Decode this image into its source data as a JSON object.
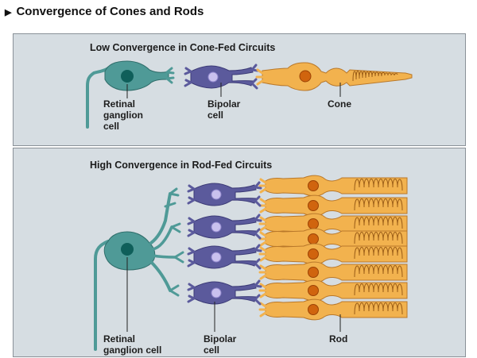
{
  "title": "Convergence of Cones and Rods",
  "title_marker": "▶",
  "top_panel": {
    "title": "Low Convergence in Cone-Fed Circuits",
    "labels": {
      "ganglion": "Retinal\nganglion\ncell",
      "bipolar": "Bipolar\ncell",
      "cone": "Cone"
    }
  },
  "bottom_panel": {
    "title": "High Convergence in Rod-Fed Circuits",
    "labels": {
      "ganglion": "Retinal\nganglion cell",
      "bipolar": "Bipolar\ncell",
      "rod": "Rod"
    }
  },
  "colors": {
    "panel_bg": "#d6dde2",
    "ganglion": "#4f9a97",
    "ganglion_nucleus": "#0f5f5a",
    "bipolar": "#5b5a9c",
    "bipolar_nucleus": "#c9c1ee",
    "photoreceptor": "#f2b24e",
    "photoreceptor_nucleus": "#d0640e"
  }
}
